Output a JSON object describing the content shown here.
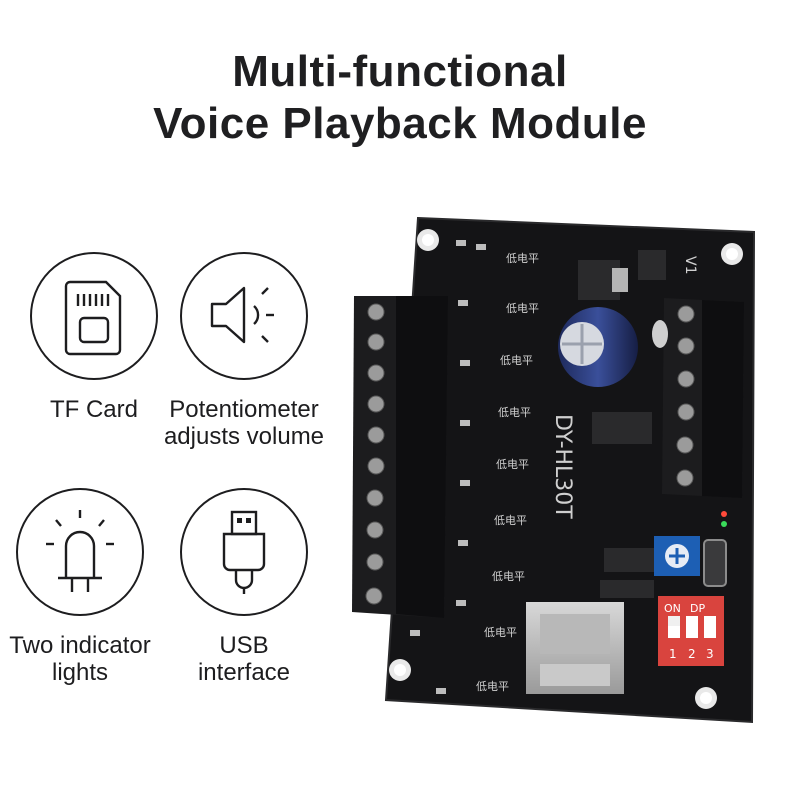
{
  "title": {
    "line1": "Multi-functional",
    "line2": "Voice Playback Module"
  },
  "features": [
    {
      "icon": "tf-card-icon",
      "label_lines": [
        "TF Card"
      ]
    },
    {
      "icon": "speaker-icon",
      "label_lines": [
        "Potentiometer",
        "adjusts volume"
      ]
    },
    {
      "icon": "led-light-icon",
      "label_lines": [
        "Two indicator",
        "lights"
      ]
    },
    {
      "icon": "usb-plug-icon",
      "label_lines": [
        "USB",
        "interface"
      ]
    }
  ],
  "board": {
    "model": "DY-HL30T",
    "version": "V1",
    "pad_label": "低电平",
    "dip": {
      "header_on": "ON",
      "header_dp": "DP",
      "numbers": [
        "1",
        "2",
        "3"
      ]
    },
    "colors": {
      "pcb": "#141416",
      "terminal": "#1c1c1e",
      "pot": "#1d5fb4",
      "dip": "#d9443e",
      "cap": "#2b3a7a"
    }
  }
}
